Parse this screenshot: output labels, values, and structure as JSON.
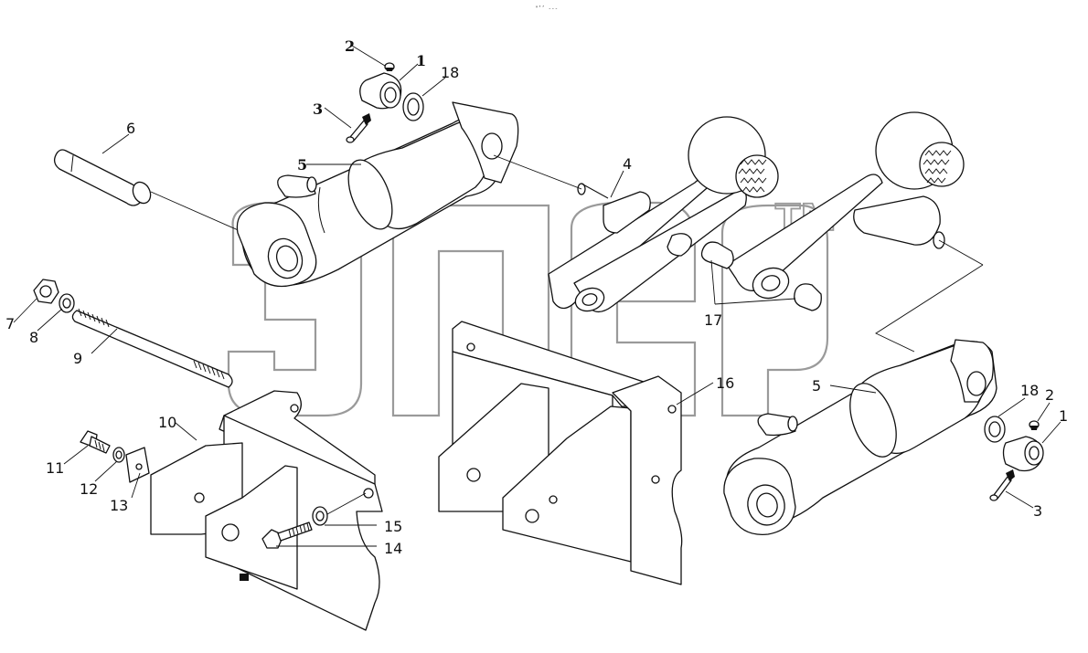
{
  "header": {
    "tiny_mark": "\"’’ ---"
  },
  "watermark": {
    "trademark": "TM"
  },
  "callouts": [
    {
      "id": "c1a",
      "text": "1"
    },
    {
      "id": "c2a",
      "text": "2"
    },
    {
      "id": "c3a",
      "text": "3"
    },
    {
      "id": "c4",
      "text": "4"
    },
    {
      "id": "c5a",
      "text": "5"
    },
    {
      "id": "c6",
      "text": "6"
    },
    {
      "id": "c7",
      "text": "7"
    },
    {
      "id": "c8",
      "text": "8"
    },
    {
      "id": "c9",
      "text": "9"
    },
    {
      "id": "c10",
      "text": "10"
    },
    {
      "id": "c11",
      "text": "11"
    },
    {
      "id": "c12",
      "text": "12"
    },
    {
      "id": "c13",
      "text": "13"
    },
    {
      "id": "c14",
      "text": "14"
    },
    {
      "id": "c15",
      "text": "15"
    },
    {
      "id": "c16",
      "text": "16"
    },
    {
      "id": "c17",
      "text": "17"
    },
    {
      "id": "c18a",
      "text": "18"
    },
    {
      "id": "c5b",
      "text": "5"
    },
    {
      "id": "c18b",
      "text": "18"
    },
    {
      "id": "c2b",
      "text": "2"
    },
    {
      "id": "c1b",
      "text": "1"
    },
    {
      "id": "c3b",
      "text": "3"
    }
  ]
}
